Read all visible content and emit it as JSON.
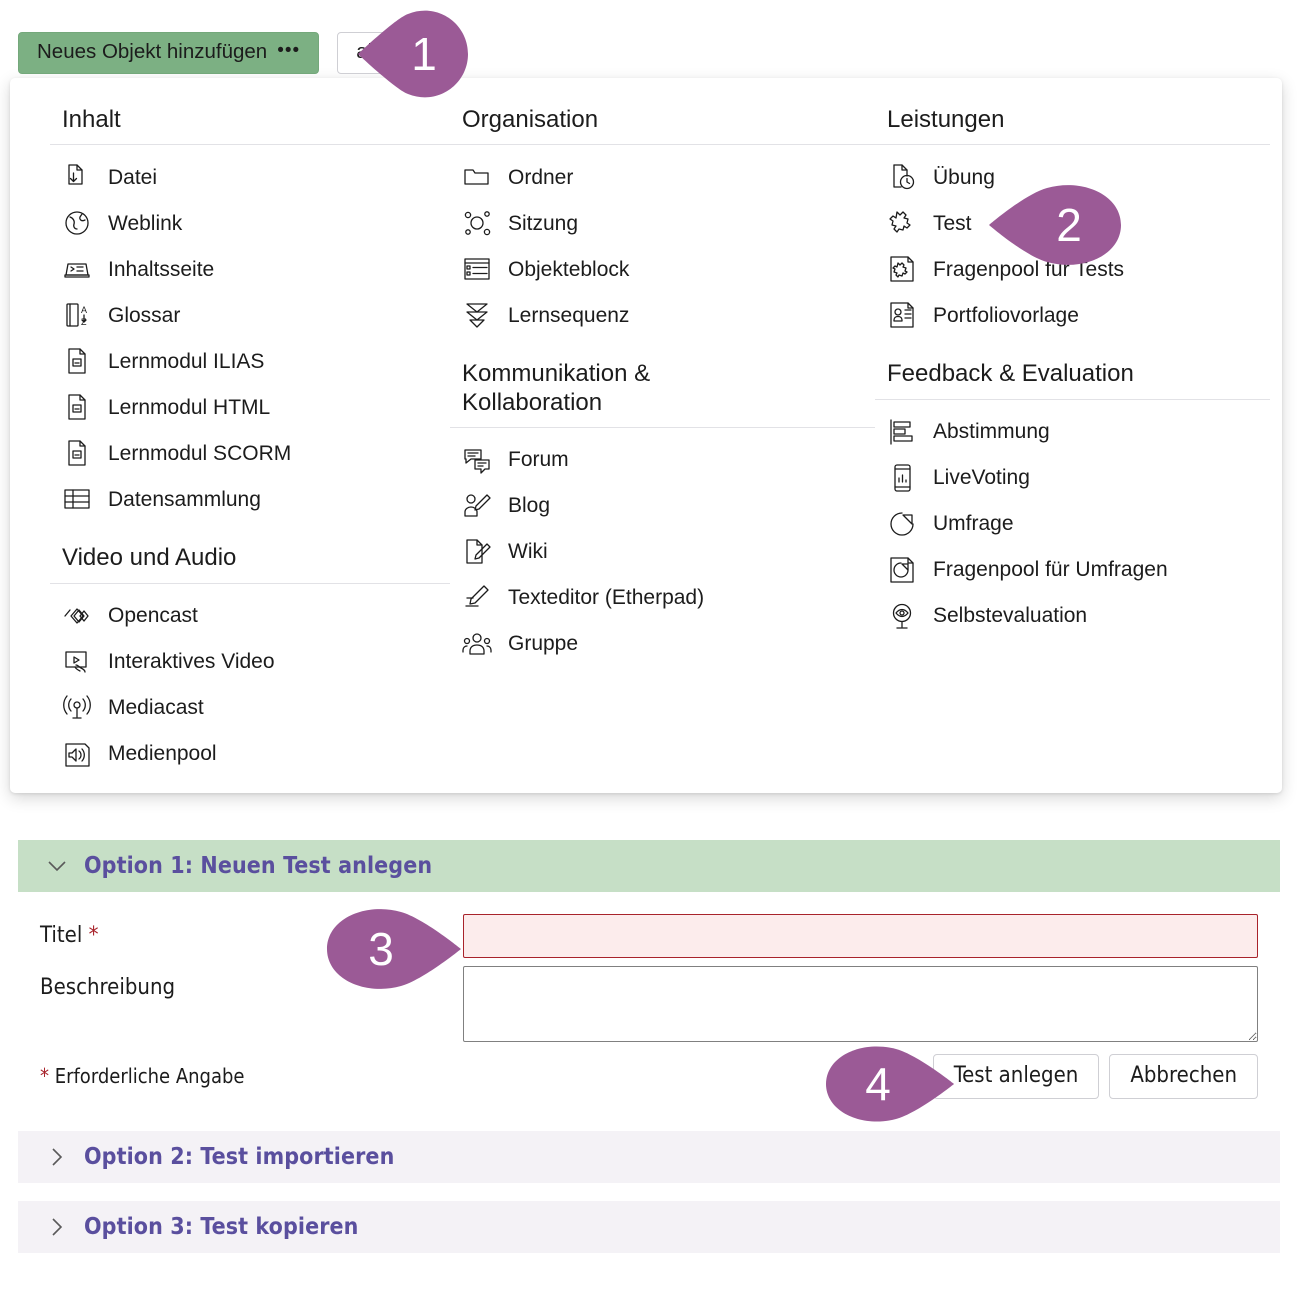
{
  "toolbar": {
    "add_button_label": "Neues Objekt hinzufügen",
    "add_button_dots": "•••",
    "secondary_button_label": "alten"
  },
  "dropdown": {
    "groups": [
      {
        "column": 1,
        "title": "Inhalt",
        "items": [
          {
            "label": "Datei",
            "icon": "file-download-icon"
          },
          {
            "label": "Weblink",
            "icon": "globe-icon"
          },
          {
            "label": "Inhaltsseite",
            "icon": "content-page-icon"
          },
          {
            "label": "Glossar",
            "icon": "glossary-az-icon"
          },
          {
            "label": "Lernmodul ILIAS",
            "icon": "learning-module-icon"
          },
          {
            "label": "Lernmodul HTML",
            "icon": "learning-module-icon"
          },
          {
            "label": "Lernmodul SCORM",
            "icon": "learning-module-icon"
          },
          {
            "label": "Datensammlung",
            "icon": "table-grid-icon"
          }
        ]
      },
      {
        "column": 1,
        "title": "Video und Audio",
        "items": [
          {
            "label": "Opencast",
            "icon": "opencast-diamond-icon"
          },
          {
            "label": "Interaktives Video",
            "icon": "interactive-video-icon"
          },
          {
            "label": "Mediacast",
            "icon": "broadcast-icon"
          },
          {
            "label": "Medienpool",
            "icon": "speaker-icon"
          }
        ]
      },
      {
        "column": 2,
        "title": "Organisation",
        "items": [
          {
            "label": "Ordner",
            "icon": "folder-icon"
          },
          {
            "label": "Sitzung",
            "icon": "session-nodes-icon"
          },
          {
            "label": "Objekteblock",
            "icon": "object-block-icon"
          },
          {
            "label": "Lernsequenz",
            "icon": "learning-sequence-icon"
          }
        ]
      },
      {
        "column": 2,
        "title": "Kommunikation & Kollaboration",
        "items": [
          {
            "label": "Forum",
            "icon": "forum-speech-icon"
          },
          {
            "label": "Blog",
            "icon": "blog-pencil-icon"
          },
          {
            "label": "Wiki",
            "icon": "wiki-page-pencil-icon"
          },
          {
            "label": "Texteditor (Etherpad)",
            "icon": "etherpad-pencil-icon"
          },
          {
            "label": "Gruppe",
            "icon": "group-people-icon"
          }
        ]
      },
      {
        "column": 3,
        "title": "Leistungen",
        "items": [
          {
            "label": "Übung",
            "icon": "exercise-clock-icon"
          },
          {
            "label": "Test",
            "icon": "puzzle-icon"
          },
          {
            "label": "Fragenpool für Tests",
            "icon": "puzzle-page-icon"
          },
          {
            "label": "Portfoliovorlage",
            "icon": "portfolio-template-icon"
          }
        ]
      },
      {
        "column": 3,
        "title": "Feedback & Evaluation",
        "items": [
          {
            "label": "Abstimmung",
            "icon": "poll-bars-icon"
          },
          {
            "label": "LiveVoting",
            "icon": "livevoting-phone-icon"
          },
          {
            "label": "Umfrage",
            "icon": "survey-pie-icon"
          },
          {
            "label": "Fragenpool für Umfragen",
            "icon": "survey-pool-icon"
          },
          {
            "label": "Selbstevaluation",
            "icon": "self-evaluation-eye-icon"
          }
        ]
      }
    ]
  },
  "form": {
    "option1": {
      "header": "Option 1: Neuen Test anlegen",
      "expanded": true,
      "title_label": "Titel",
      "title_required_marker": "*",
      "title_value": "",
      "title_placeholder": "",
      "description_label": "Beschreibung",
      "description_value": "",
      "description_placeholder": "",
      "required_hint_marker": "*",
      "required_hint": "Erforderliche Angabe",
      "submit_label": "Test anlegen",
      "cancel_label": "Abbrechen"
    },
    "option2": {
      "header": "Option 2: Test importieren",
      "expanded": false
    },
    "option3": {
      "header": "Option 3: Test kopieren",
      "expanded": false
    }
  },
  "callouts": [
    {
      "number": "1",
      "target": "add-object-button"
    },
    {
      "number": "2",
      "target": "menu-item-test"
    },
    {
      "number": "3",
      "target": "title-input"
    },
    {
      "number": "4",
      "target": "submit-button"
    }
  ],
  "colors": {
    "accent_green": "#7cb083",
    "panel_green": "#c6dfc6",
    "callout_purple": "#9b5a96",
    "link_purple": "#5a4f9e",
    "error_red": "#a8232b",
    "error_bg": "#fcecec",
    "row_gray": "#f4f2f6"
  }
}
